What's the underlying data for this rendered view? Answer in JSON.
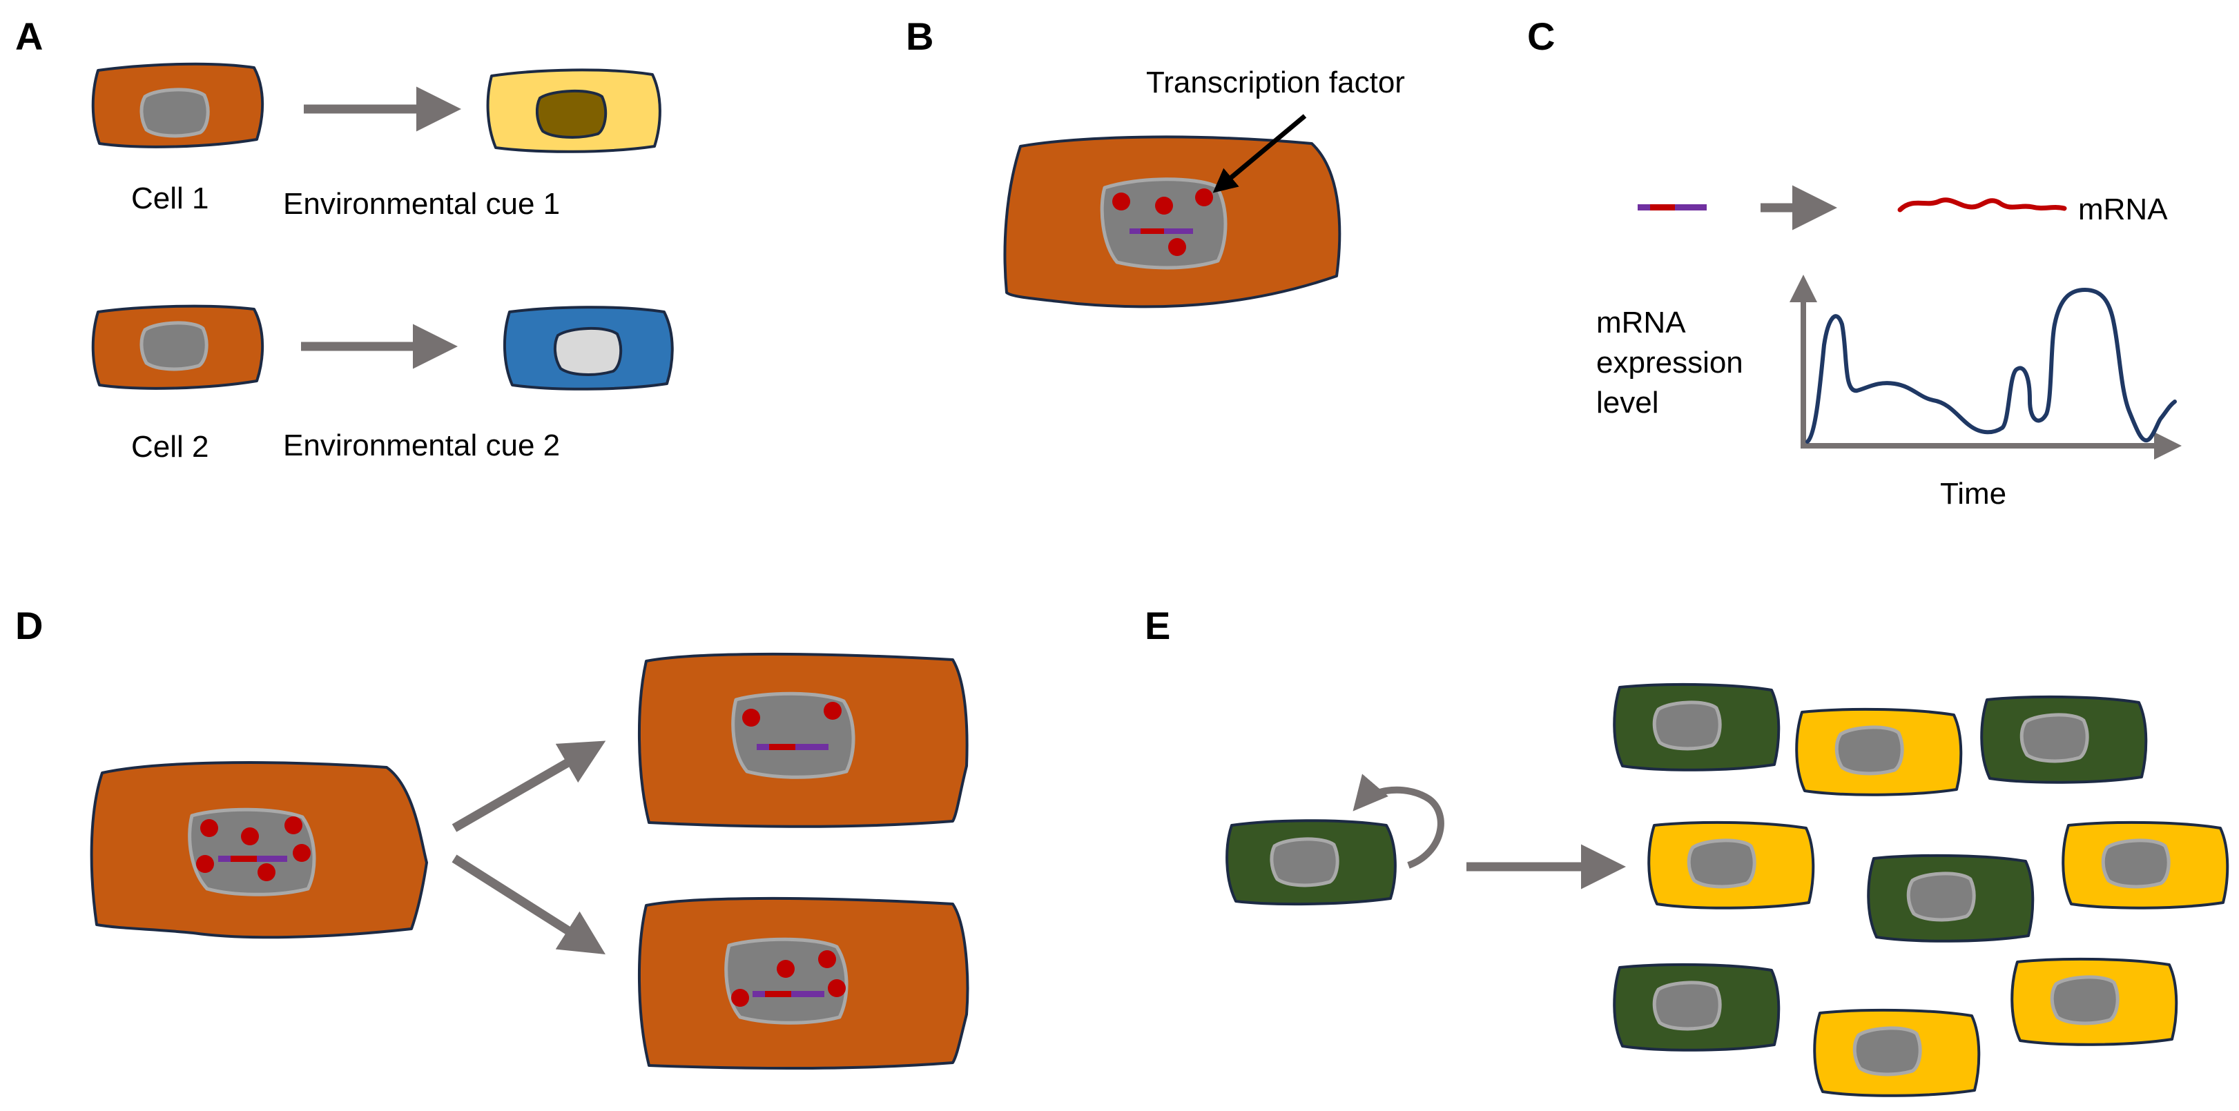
{
  "panels": {
    "a": {
      "letter": "A",
      "cell1_label": "Cell 1",
      "cue1_label": "Environmental cue 1",
      "cell2_label": "Cell 2",
      "cue2_label": "Environmental cue 2"
    },
    "b": {
      "letter": "B",
      "tf_label": "Transcription factor"
    },
    "c": {
      "letter": "C",
      "mrna_label": "mRNA",
      "ylabel_line1": "mRNA",
      "ylabel_line2": "expression",
      "ylabel_line3": "level",
      "xlabel": "Time"
    },
    "d": {
      "letter": "D"
    },
    "e": {
      "letter": "E"
    }
  },
  "colors": {
    "cell_orange": "#c55a11",
    "cell_yellow_light": "#ffd966",
    "cell_blue": "#2e75b6",
    "cell_green": "#375623",
    "cell_gold": "#ffc000",
    "nucleus_gray": "#7f7f7f",
    "nucleus_dark": "#7f6000",
    "nucleus_light": "#d9d9d9",
    "transcription_factor": "#c00000",
    "gene_blue": "#7030a0",
    "gene_red": "#c00000",
    "mrna": "#c00000",
    "trace": "#1f3864",
    "arrow_gray": "#767171"
  }
}
